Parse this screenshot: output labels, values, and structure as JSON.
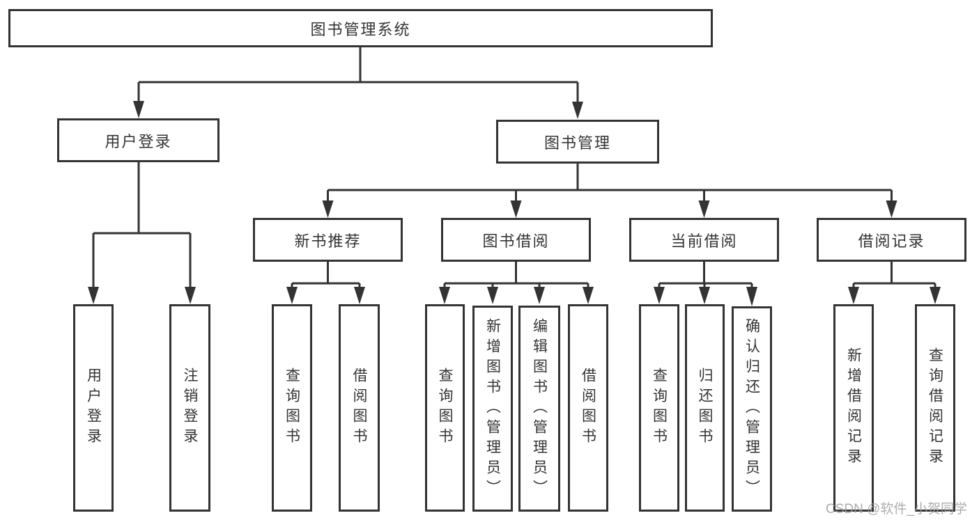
{
  "tree": {
    "label": "图书管理系统",
    "children": [
      {
        "label": "用户登录",
        "children": [
          {
            "label": "用户登录"
          },
          {
            "label": "注销登录"
          }
        ]
      },
      {
        "label": "图书管理",
        "children": [
          {
            "label": "新书推荐",
            "children": [
              {
                "label": "查询图书"
              },
              {
                "label": "借阅图书"
              }
            ]
          },
          {
            "label": "图书借阅",
            "children": [
              {
                "label": "查询图书"
              },
              {
                "label": "新增图书（管理员）"
              },
              {
                "label": "编辑图书（管理员）"
              },
              {
                "label": "借阅图书"
              }
            ]
          },
          {
            "label": "当前借阅",
            "children": [
              {
                "label": "查询图书"
              },
              {
                "label": "归还图书"
              },
              {
                "label": "确认归还（管理员）"
              }
            ]
          },
          {
            "label": "借阅记录",
            "children": [
              {
                "label": "新增借阅记录"
              },
              {
                "label": "查询借阅记录"
              }
            ]
          }
        ]
      }
    ]
  },
  "watermark": {
    "text": "CSDN @软件_小贺同学"
  },
  "colors": {
    "line": "#333333",
    "box_border": "#333333",
    "text": "#333333",
    "box_background": "#ffffff",
    "page_background": "#ffffff",
    "watermark": "#9e9e9e"
  }
}
